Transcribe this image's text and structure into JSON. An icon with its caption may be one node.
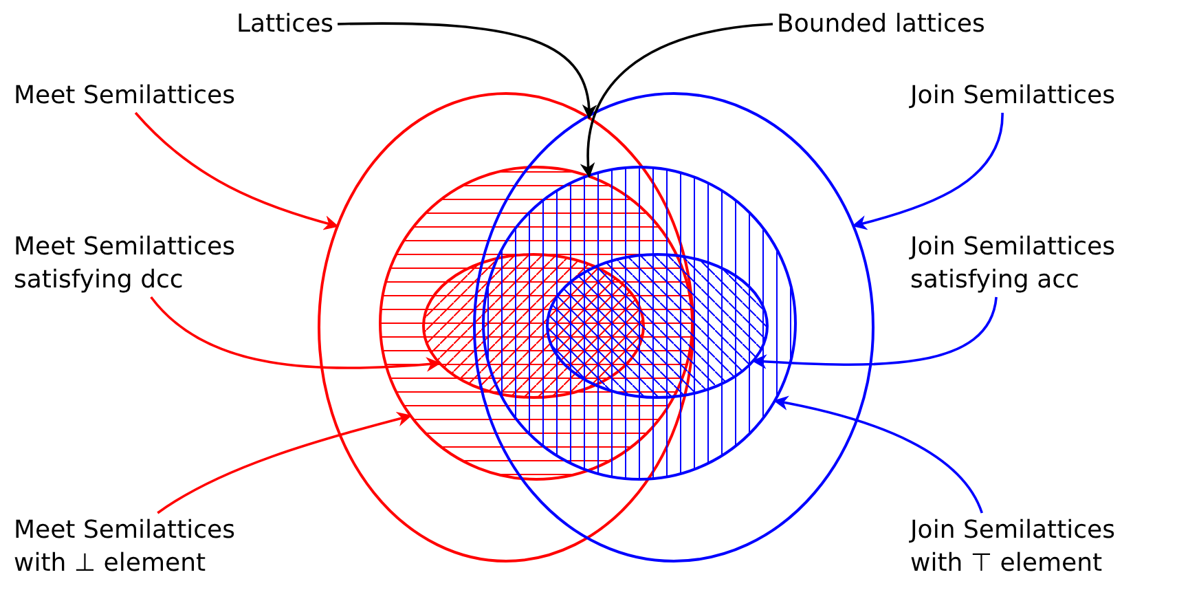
{
  "diagram": {
    "nodes": [
      {
        "text": [
          "Lattices"
        ]
      },
      {
        "text": [
          "Bounded lattices"
        ]
      },
      {
        "text": [
          "Meet Semilattices"
        ]
      },
      {
        "text": [
          "Join Semilattices"
        ]
      },
      {
        "text": [
          "Meet Semilattices satisfying dcc"
        ]
      },
      {
        "text": [
          "Join Semilattices satisfying acc"
        ]
      },
      {
        "text": [
          "Meet Semilattices with ⊥ element"
        ]
      },
      {
        "text": [
          "Join Semilattices with ⊤ element"
        ]
      },
      {
        "text": [],
        "shape": "ellipse"
      },
      {
        "text": [],
        "shape": "circle",
        "in": 8
      },
      {
        "text": [],
        "shape": "ellipse",
        "in": 9
      },
      {
        "text": [],
        "shape": "ellipse"
      },
      {
        "text": [],
        "shape": "circle",
        "in": 11
      },
      {
        "text": [],
        "shape": "ellipse",
        "in": 12
      }
    ],
    "edges": [
      {
        "from": 0,
        "to": 8,
        "arrow": "to",
        "color": "#000000"
      },
      {
        "from": 1,
        "to": 9,
        "arrow": "to",
        "color": "#000000"
      },
      {
        "from": 2,
        "to": 8,
        "arrow": "to",
        "color": "#ff0000"
      },
      {
        "from": 3,
        "to": 11,
        "arrow": "to",
        "color": "#0000ff"
      },
      {
        "from": 4,
        "to": 10,
        "arrow": "to",
        "color": "#ff0000"
      },
      {
        "from": 5,
        "to": 13,
        "arrow": "to",
        "color": "#0000ff"
      },
      {
        "from": 6,
        "to": 9,
        "arrow": "to",
        "color": "#ff0000"
      },
      {
        "from": 7,
        "to": 12,
        "arrow": "to",
        "color": "#0000ff"
      }
    ]
  }
}
